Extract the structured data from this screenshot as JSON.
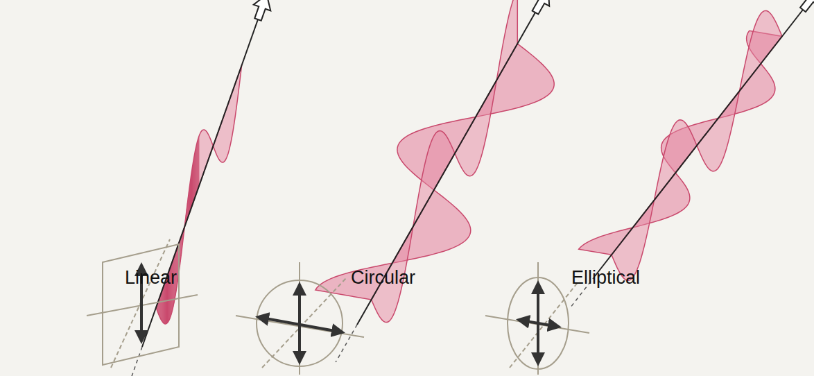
{
  "diagram": {
    "labels": [
      "Linear",
      "Circular",
      "Elliptical"
    ]
  }
}
